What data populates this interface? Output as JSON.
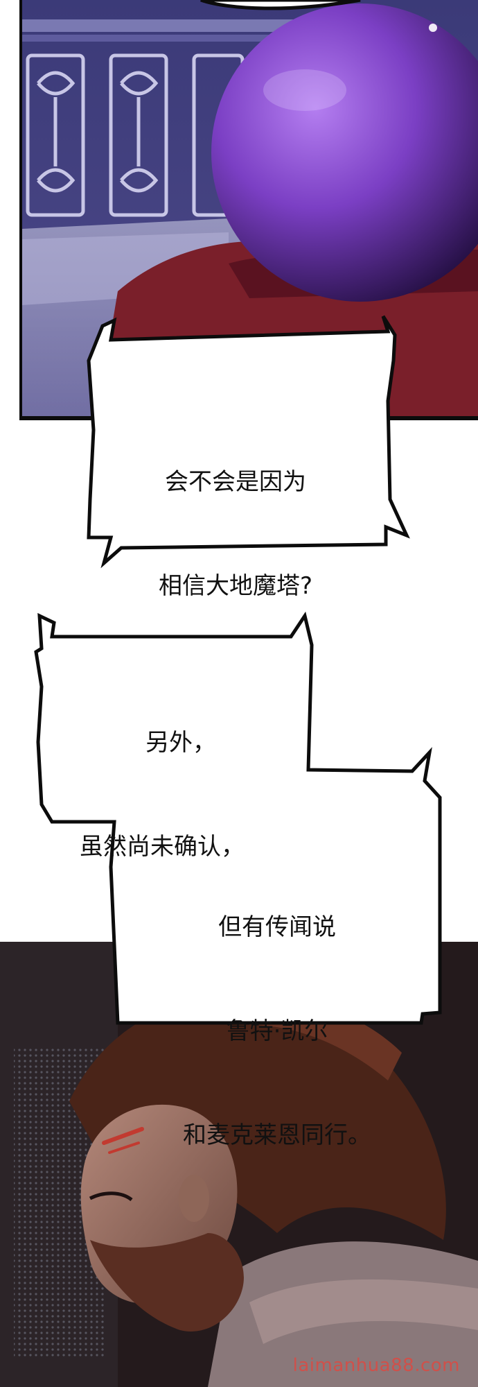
{
  "bubbles": [
    {
      "lines": [
        "会不会是因为",
        "相信大地魔塔?"
      ]
    },
    {
      "lines_top": [
        "另外，",
        "虽然尚未确认，"
      ],
      "lines_bottom": [
        "但有传闻说",
        "鲁特·凯尔",
        "和麦克莱恩同行。"
      ]
    }
  ],
  "watermark": "laimanhua88.com",
  "colors": {
    "orb": "#7b3fc4",
    "robe": "#7a1f2a",
    "frame": "#0c0c0c",
    "watermark": "#d0504a"
  }
}
